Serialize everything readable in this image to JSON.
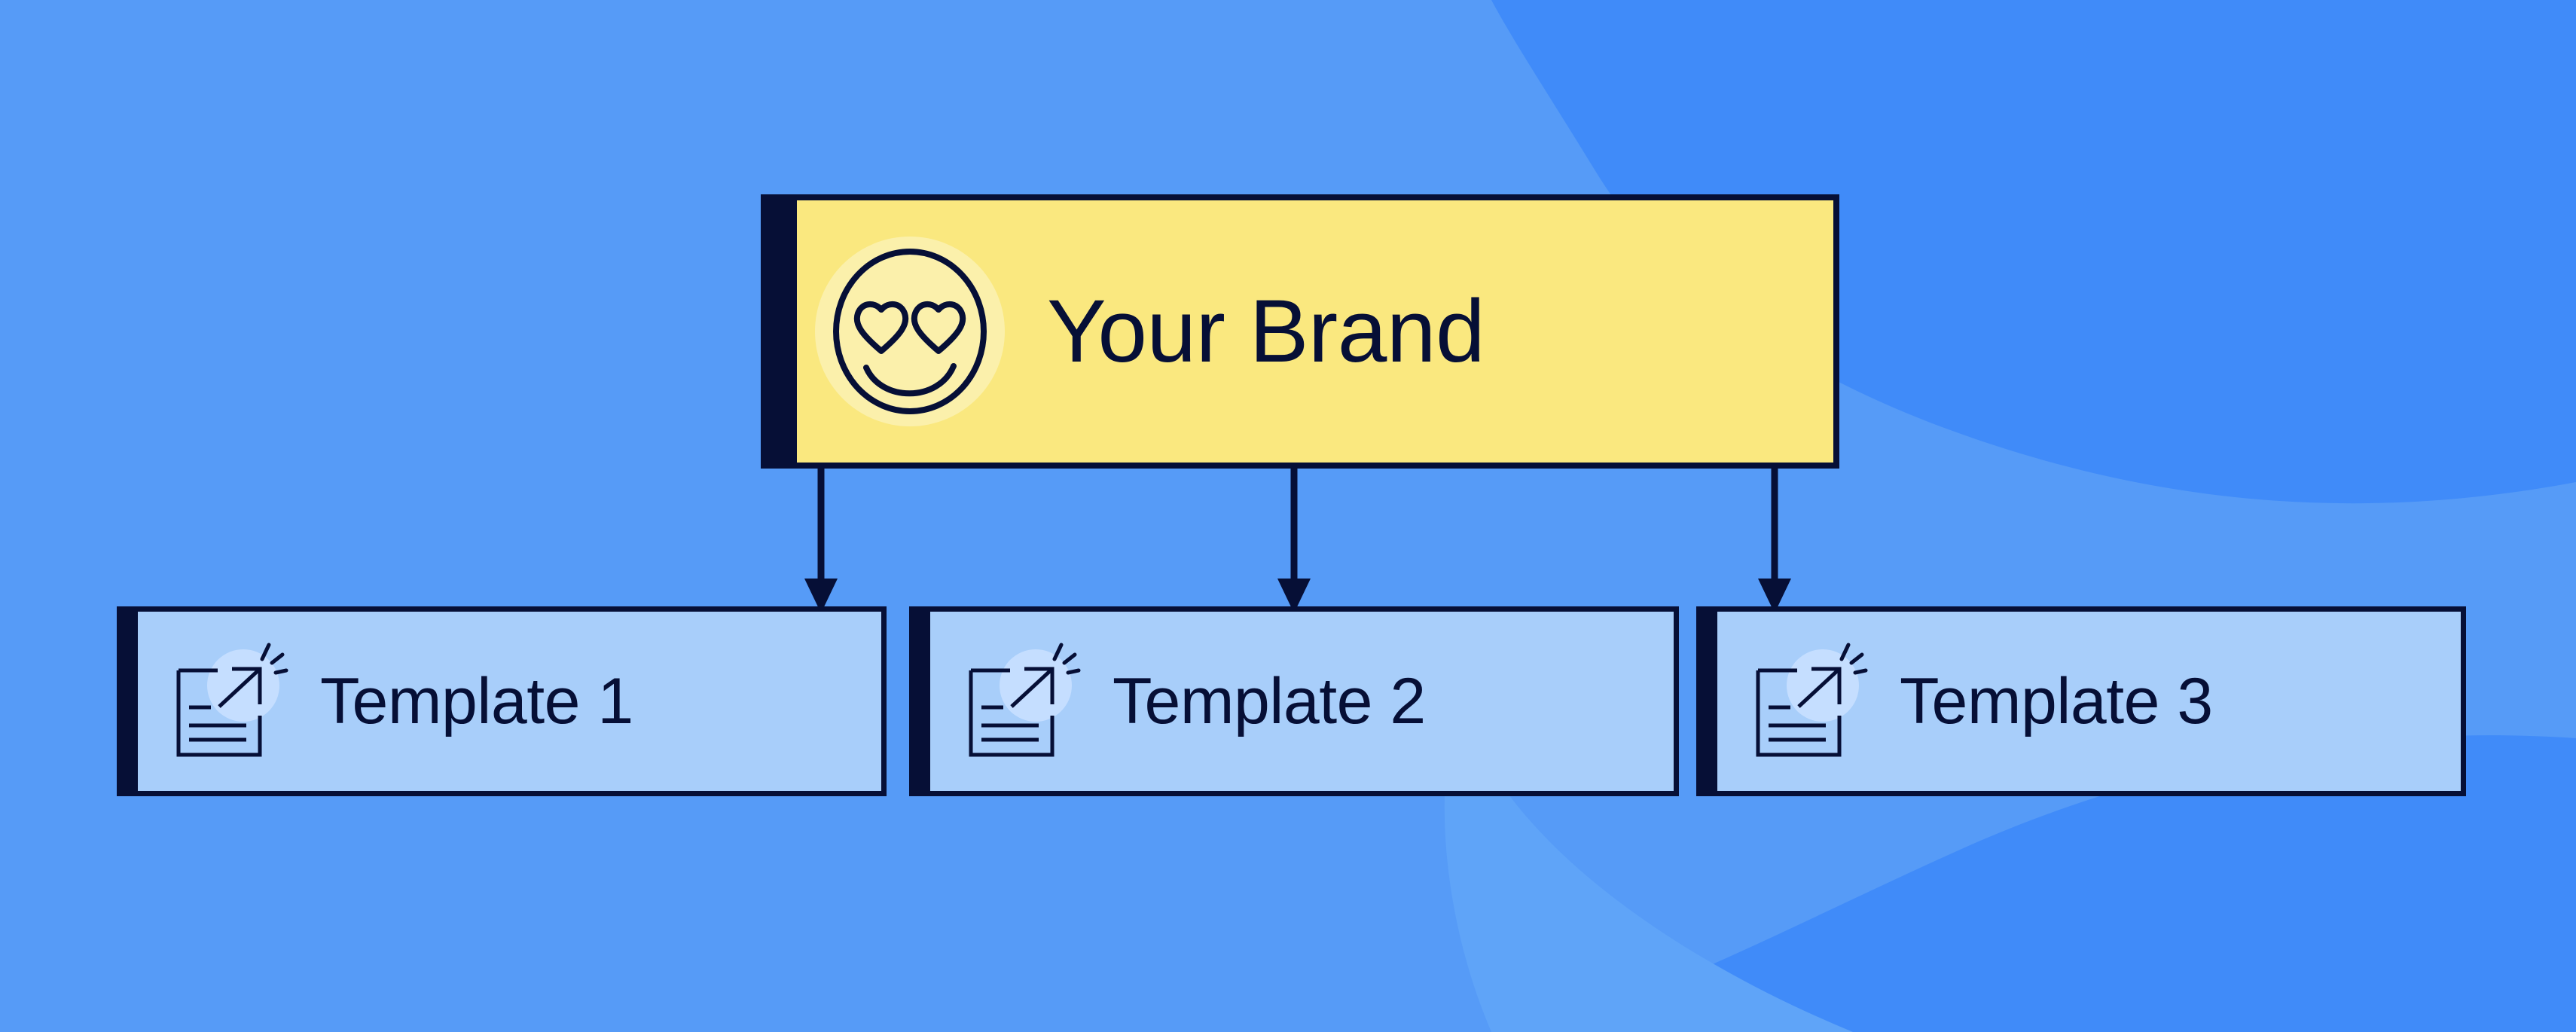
{
  "diagram": {
    "type": "hierarchy",
    "title_node": {
      "label": "Your Brand",
      "icon": "smiley-heart-eyes-icon",
      "fill_color": "#fae87f",
      "border_color": "#060f36",
      "text_color": "#060f36"
    },
    "child_nodes": [
      {
        "label": "Template 1",
        "icon": "document-arrow-sparkle-icon",
        "fill_color": "#a8cefa",
        "border_color": "#060f36",
        "text_color": "#060f36"
      },
      {
        "label": "Template 2",
        "icon": "document-arrow-sparkle-icon",
        "fill_color": "#a8cefa",
        "border_color": "#060f36",
        "text_color": "#060f36"
      },
      {
        "label": "Template 3",
        "icon": "document-arrow-sparkle-icon",
        "fill_color": "#a8cefa",
        "border_color": "#060f36",
        "text_color": "#060f36"
      }
    ],
    "connectors": [
      {
        "from": "Your Brand",
        "to": "Template 1",
        "style": "arrow-down"
      },
      {
        "from": "Your Brand",
        "to": "Template 2",
        "style": "arrow-down"
      },
      {
        "from": "Your Brand",
        "to": "Template 3",
        "style": "arrow-down"
      }
    ],
    "background": {
      "base_color": "#569bf7",
      "blob_color": "#408bf9",
      "blob_color_light": "#5fa4f8"
    },
    "icon_accent": {
      "smiley_glow": "#fbf0ab",
      "template_glow": "#c5deff"
    }
  }
}
